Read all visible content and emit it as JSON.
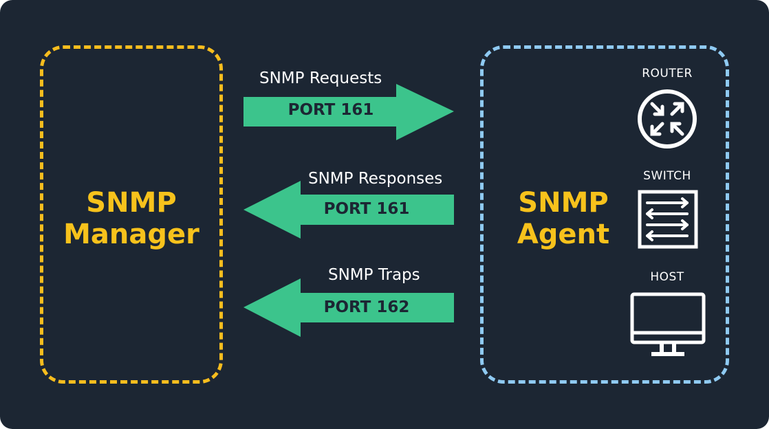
{
  "manager": {
    "line1": "SNMP",
    "line2": "Manager"
  },
  "agent": {
    "line1": "SNMP",
    "line2": "Agent"
  },
  "arrows": [
    {
      "title": "SNMP Requests",
      "port": "PORT 161",
      "direction": "right"
    },
    {
      "title": "SNMP Responses",
      "port": "PORT 161",
      "direction": "left"
    },
    {
      "title": "SNMP Traps",
      "port": "PORT 162",
      "direction": "left"
    }
  ],
  "devices": [
    {
      "label": "ROUTER",
      "icon": "router-icon"
    },
    {
      "label": "SWITCH",
      "icon": "switch-icon"
    },
    {
      "label": "HOST",
      "icon": "monitor-icon"
    }
  ],
  "colors": {
    "background": "#1c2633",
    "manager_accent": "#f7bd1e",
    "agent_border": "#8fcaf2",
    "arrow_fill": "#3cc48c"
  }
}
